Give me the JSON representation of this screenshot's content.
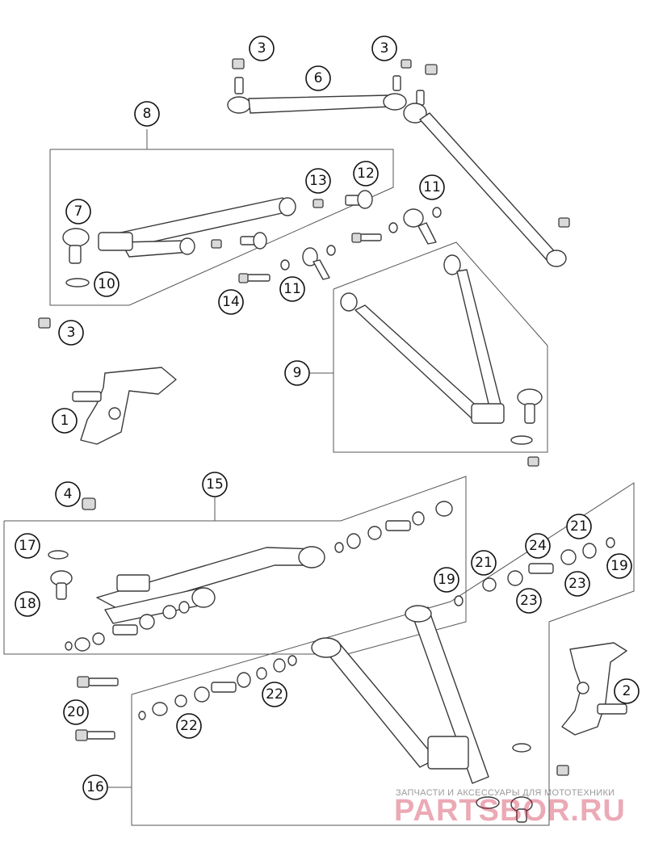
{
  "callouts": [
    {
      "id": "c3a",
      "label": "3"
    },
    {
      "id": "c3b",
      "label": "3"
    },
    {
      "id": "c6",
      "label": "6"
    },
    {
      "id": "c8",
      "label": "8"
    },
    {
      "id": "c13",
      "label": "13"
    },
    {
      "id": "c12",
      "label": "12"
    },
    {
      "id": "c11a",
      "label": "11"
    },
    {
      "id": "c7",
      "label": "7"
    },
    {
      "id": "c10",
      "label": "10"
    },
    {
      "id": "c11b",
      "label": "11"
    },
    {
      "id": "c14",
      "label": "14"
    },
    {
      "id": "c3c",
      "label": "3"
    },
    {
      "id": "c9",
      "label": "9"
    },
    {
      "id": "c1",
      "label": "1"
    },
    {
      "id": "c4",
      "label": "4"
    },
    {
      "id": "c15",
      "label": "15"
    },
    {
      "id": "c17",
      "label": "17"
    },
    {
      "id": "c18",
      "label": "18"
    },
    {
      "id": "c21a",
      "label": "21"
    },
    {
      "id": "c24",
      "label": "24"
    },
    {
      "id": "c21b",
      "label": "21"
    },
    {
      "id": "c19a",
      "label": "19"
    },
    {
      "id": "c19b",
      "label": "19"
    },
    {
      "id": "c23a",
      "label": "23"
    },
    {
      "id": "c23b",
      "label": "23"
    },
    {
      "id": "c2",
      "label": "2"
    },
    {
      "id": "c22a",
      "label": "22"
    },
    {
      "id": "c20",
      "label": "20"
    },
    {
      "id": "c22b",
      "label": "22"
    },
    {
      "id": "c16",
      "label": "16"
    }
  ],
  "watermark": {
    "tagline": "ЗАПЧАСТИ И АКСЕССУАРЫ ДЛЯ МОТОТЕХНИКИ",
    "brand": "PARTSBOR.RU",
    "color": "#c8102e"
  }
}
